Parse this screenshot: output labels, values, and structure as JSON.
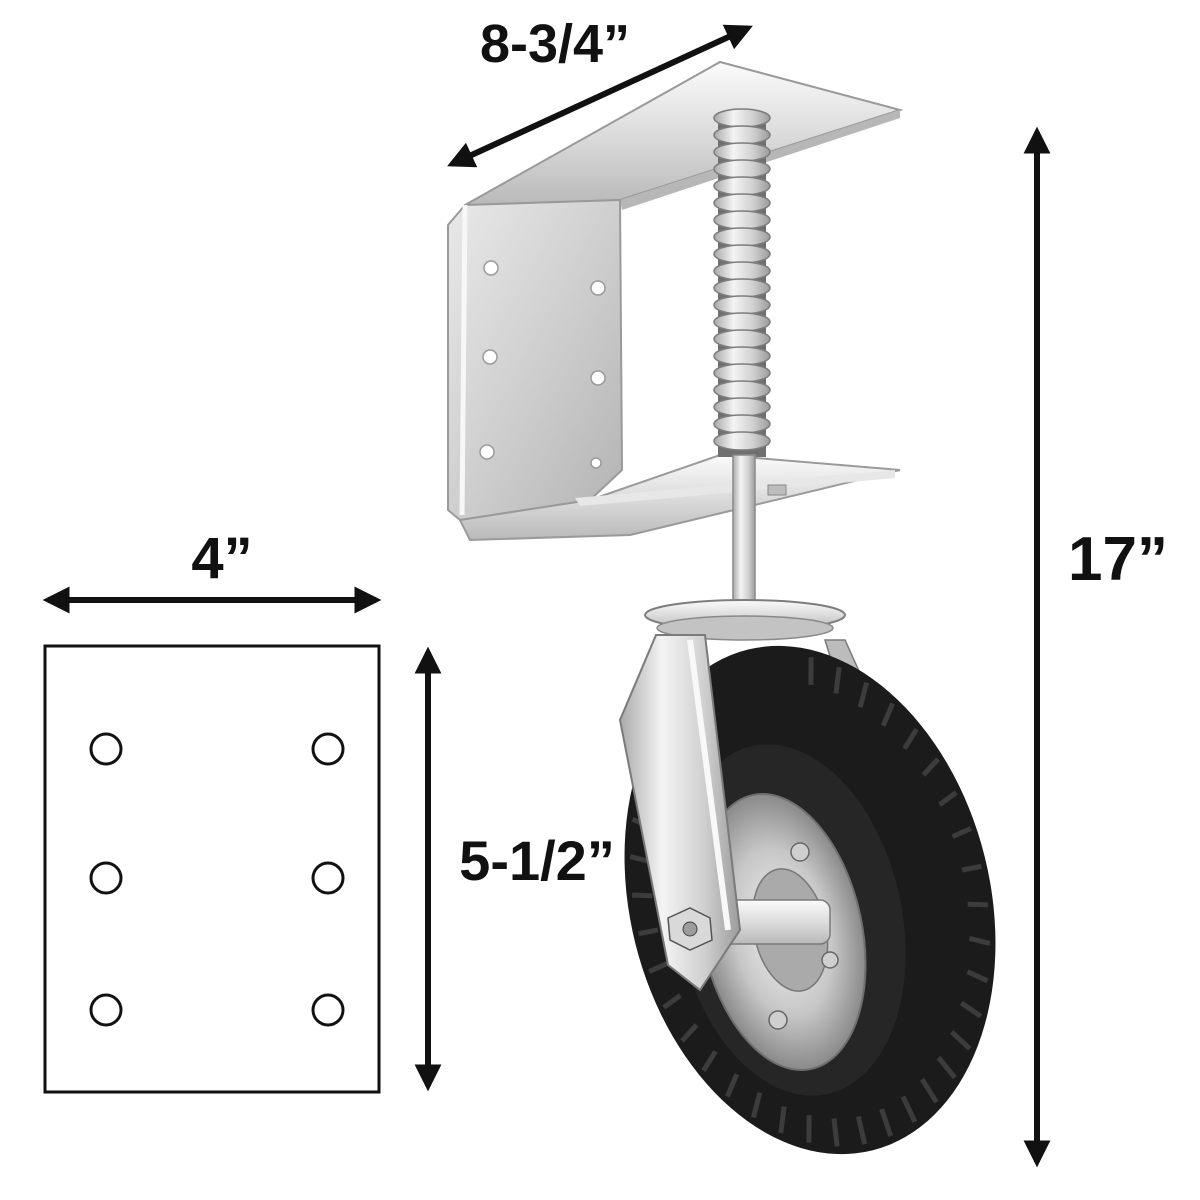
{
  "labels": {
    "top_width": "8-3/4”",
    "total_height": "17”",
    "plate_width": "4”",
    "plate_height": "5-1/2”"
  },
  "mounting_plate": {
    "hole_count": 6
  },
  "colors": {
    "dimension_line": "#111111",
    "steel_light": "#f1f1f1",
    "steel_mid": "#c9c9c9",
    "steel_dark": "#8f8f8f",
    "tire": "#1b1b1b",
    "rim": "#bdbdbd"
  }
}
